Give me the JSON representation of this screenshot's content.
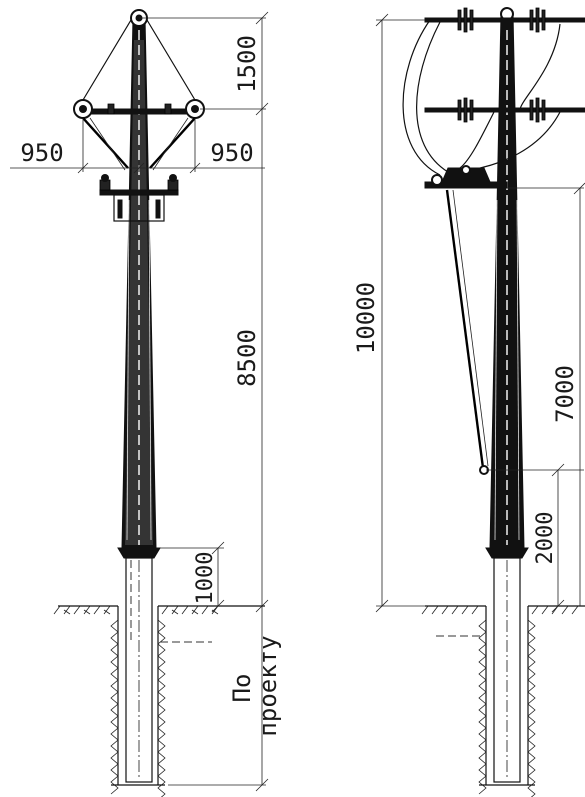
{
  "dimensions": {
    "left_top": "1500",
    "left_arm_left": "950",
    "left_arm_right": "950",
    "left_main": "8500",
    "left_base": "1000",
    "depth_line1": "По",
    "depth_line2": "проекту",
    "right_total": "10000",
    "right_upper": "7000",
    "right_lower": "2000"
  }
}
